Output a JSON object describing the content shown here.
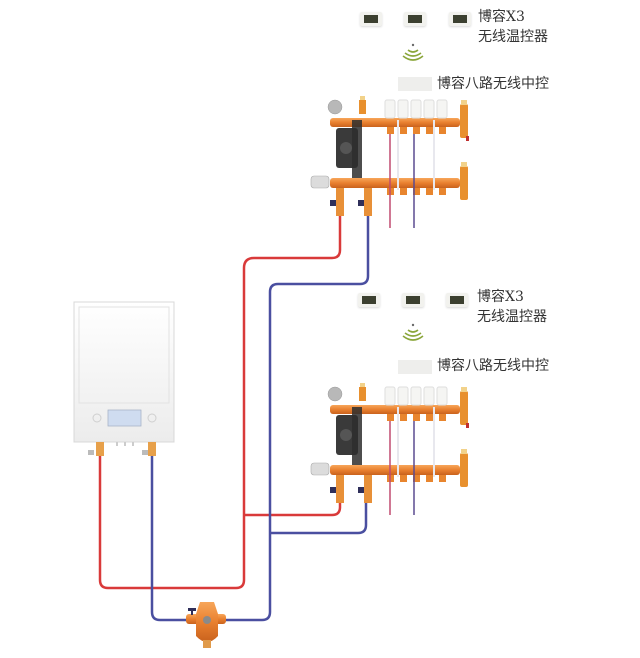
{
  "diagram": {
    "description": "Wall-hung boiler feeding two underfloor heating manifolds with wireless thermostats",
    "colors": {
      "supply_pipe": "#d93a3a",
      "return_pipe": "#4a4fa0",
      "manifold": "#ee8a3c",
      "pump": "#3a3a3a",
      "boiler": "#f4f4f4",
      "wifi": "#8aa63a"
    },
    "zones": [
      {
        "thermostat_label_line1": "博容X3",
        "thermostat_label_line2": "无线温控器",
        "controller_label": "博容八路无线中控",
        "thermostat_count": 3
      },
      {
        "thermostat_label_line1": "博容X3",
        "thermostat_label_line2": "无线温控器",
        "controller_label": "博容八路无线中控",
        "thermostat_count": 3
      }
    ],
    "components": {
      "boiler": "wall-hung-boiler",
      "filter": "y-strainer-filter",
      "manifold": "mixing-manifold-with-pump"
    }
  }
}
